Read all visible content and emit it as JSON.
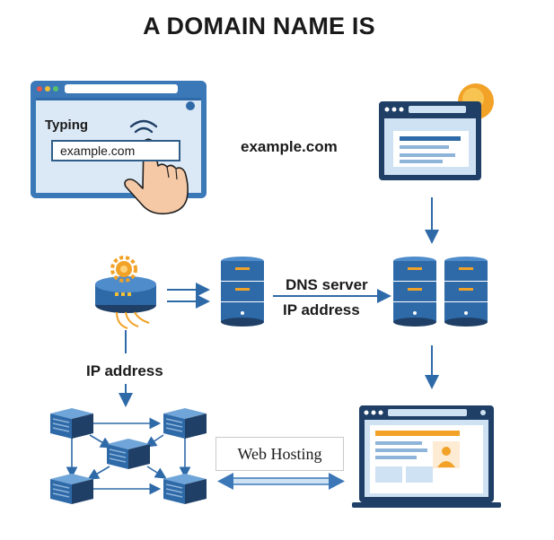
{
  "title": "A DOMAIN NAME IS",
  "browser": {
    "action_label": "Typing",
    "url_text": "example.com"
  },
  "labels": {
    "domain": "example.com",
    "dns_server": "DNS server",
    "ip_address_dns": "IP address",
    "ip_address_network": "IP address",
    "web_hosting": "Web Hosting"
  },
  "colors": {
    "primary_blue": "#2f6aa8",
    "dark_navy": "#1f3f66",
    "light_blue": "#cfe2f3",
    "accent_orange": "#f2a227",
    "white": "#ffffff"
  },
  "icons": [
    "browser-window-icon",
    "pointing-hand-icon",
    "tap-waves-icon",
    "website-window-icon",
    "sun-badge-icon",
    "router-icon",
    "gear-icon",
    "server-rack-icon",
    "network-node-icon",
    "laptop-webpage-icon",
    "user-profile-icon"
  ]
}
